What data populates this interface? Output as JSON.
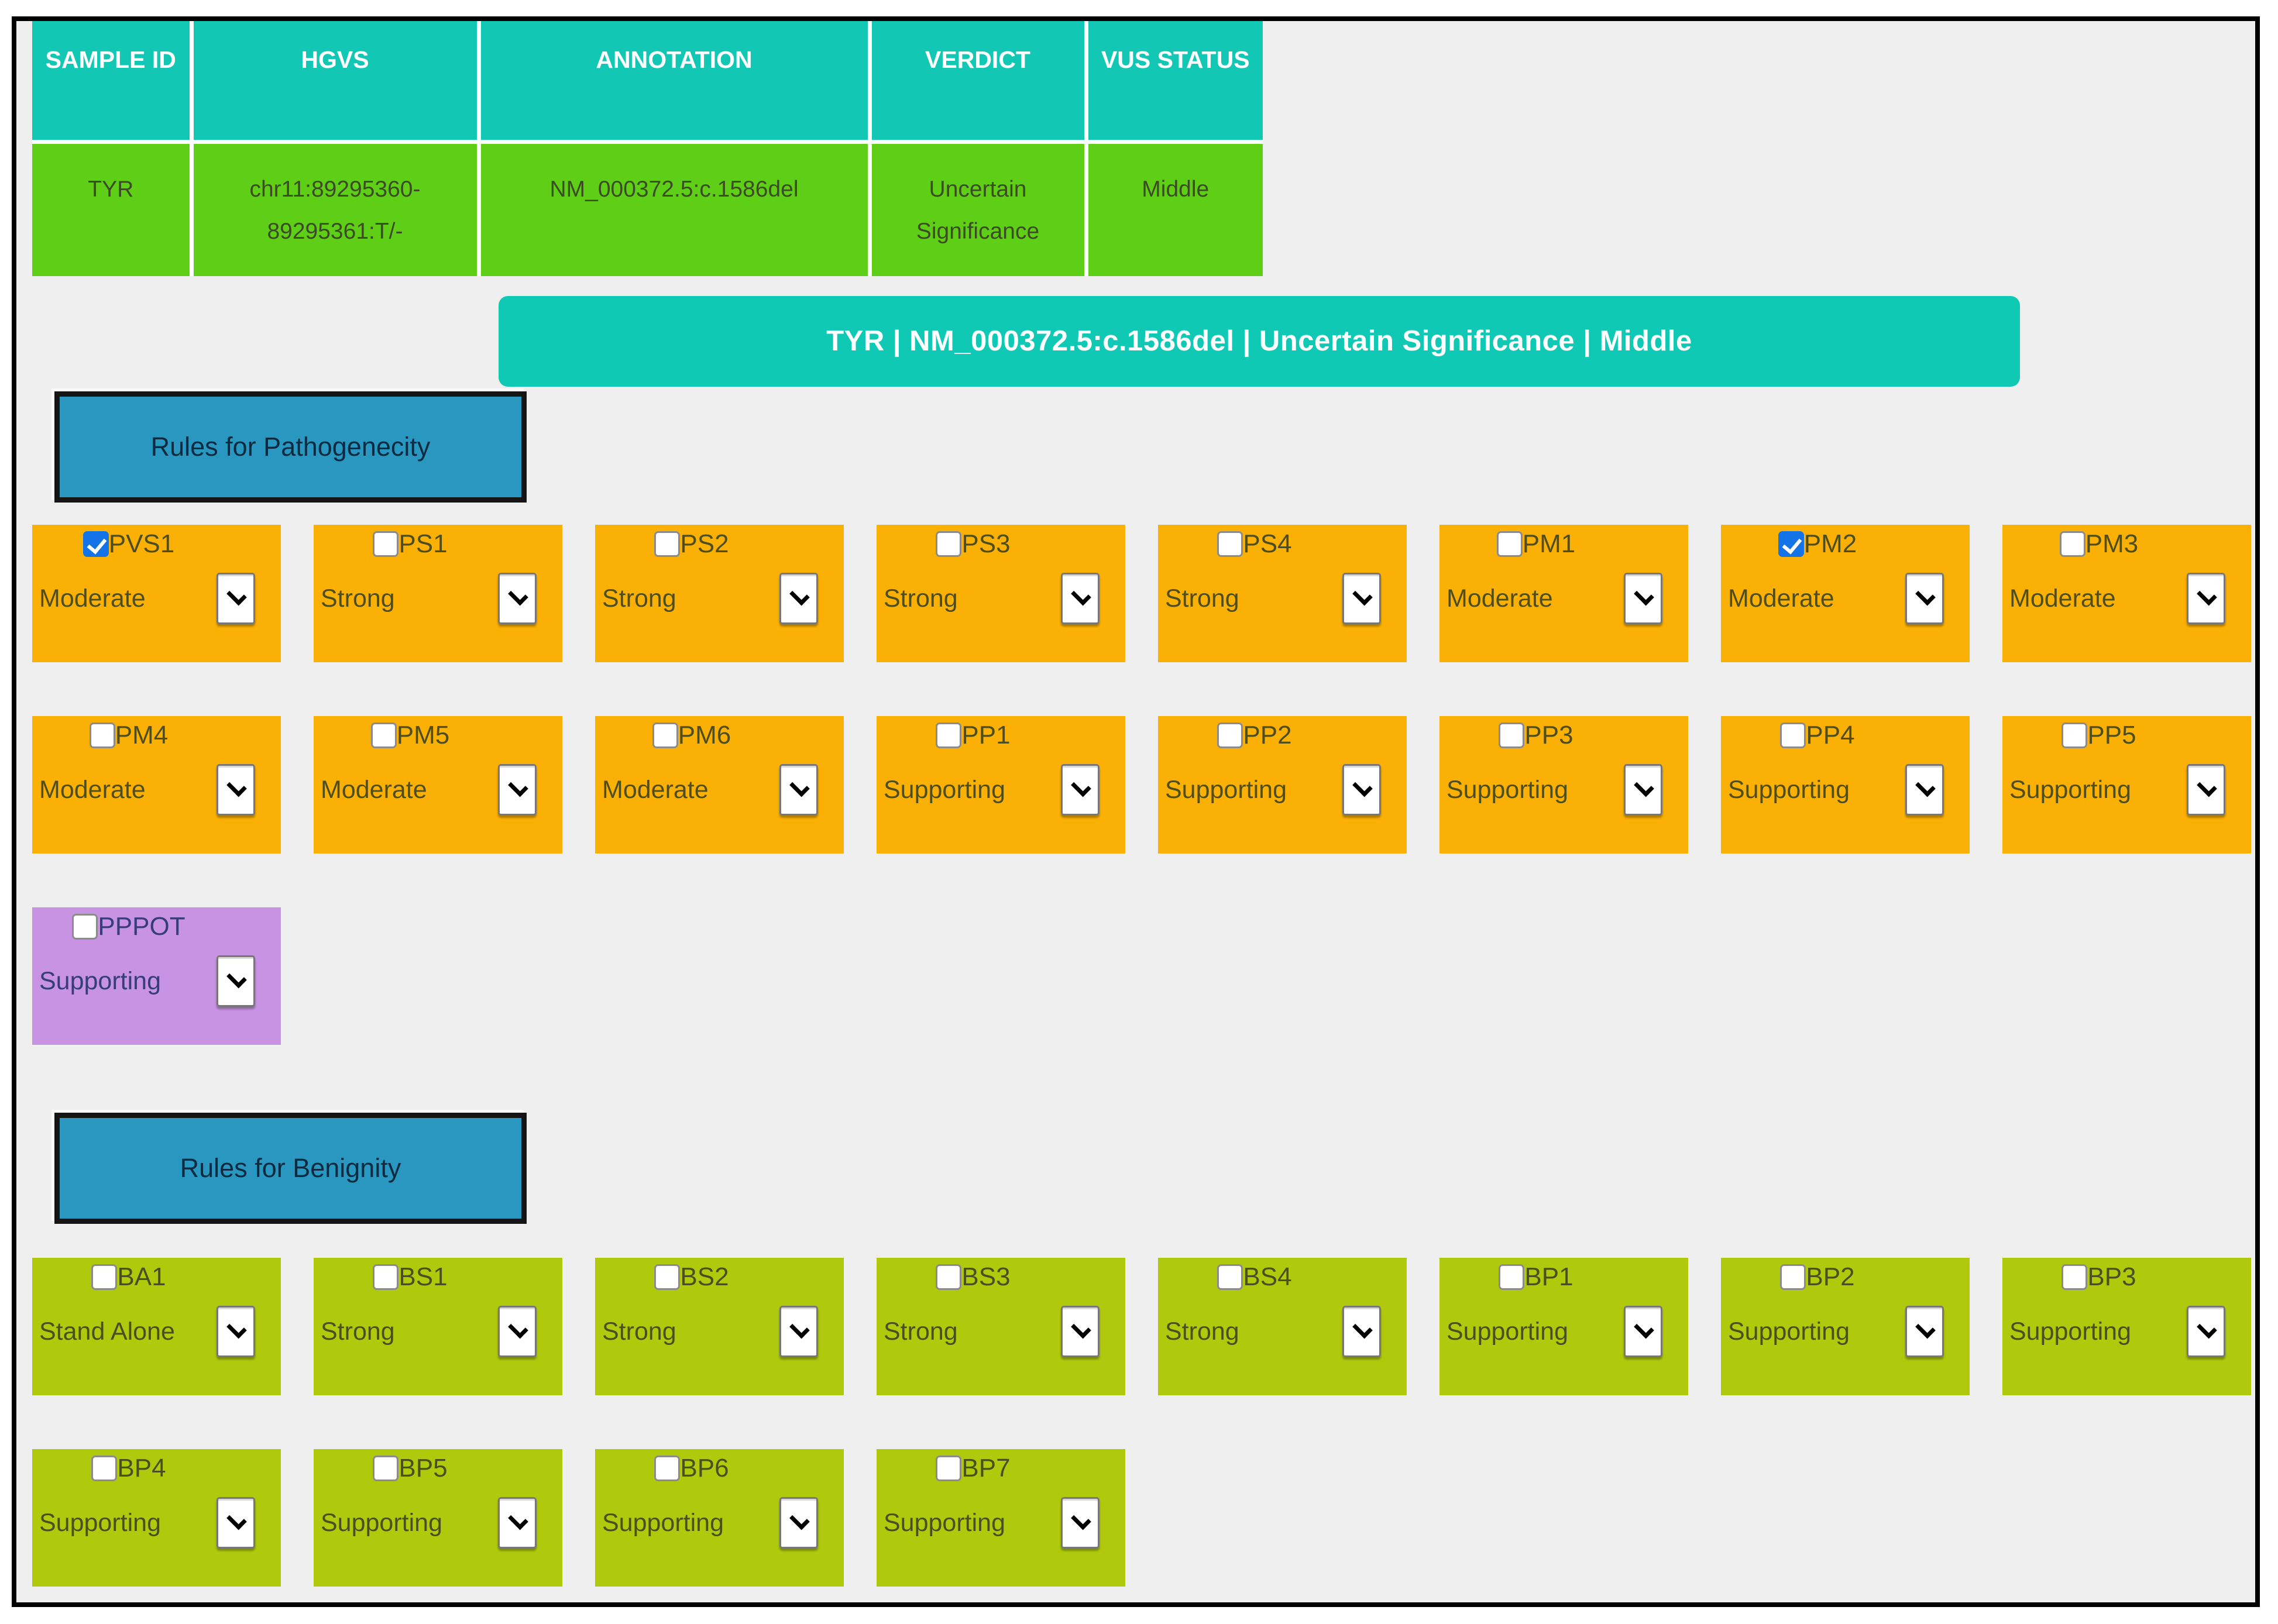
{
  "table": {
    "headers": [
      "SAMPLE ID",
      "HGVS",
      "ANNOTATION",
      "VERDICT",
      "VUS STATUS"
    ],
    "row": {
      "sample_id": "TYR",
      "hgvs": "chr11:89295360-89295361:T/-",
      "annotation": "NM_000372.5:c.1586del",
      "verdict": "Uncertain Significance",
      "vus_status": "Middle"
    }
  },
  "banner": {
    "text": "TYR | NM_000372.5:c.1586del | Uncertain Significance | Middle"
  },
  "sections": {
    "pathogenic": {
      "button_label": "Rules for Pathogenecity",
      "rules": [
        {
          "id": "PVS1",
          "strength": "Moderate",
          "checked": true,
          "variant": "orange"
        },
        {
          "id": "PS1",
          "strength": "Strong",
          "checked": false,
          "variant": "orange"
        },
        {
          "id": "PS2",
          "strength": "Strong",
          "checked": false,
          "variant": "orange"
        },
        {
          "id": "PS3",
          "strength": "Strong",
          "checked": false,
          "variant": "orange"
        },
        {
          "id": "PS4",
          "strength": "Strong",
          "checked": false,
          "variant": "orange"
        },
        {
          "id": "PM1",
          "strength": "Moderate",
          "checked": false,
          "variant": "orange"
        },
        {
          "id": "PM2",
          "strength": "Moderate",
          "checked": true,
          "variant": "orange"
        },
        {
          "id": "PM3",
          "strength": "Moderate",
          "checked": false,
          "variant": "orange"
        },
        {
          "id": "PM4",
          "strength": "Moderate",
          "checked": false,
          "variant": "orange"
        },
        {
          "id": "PM5",
          "strength": "Moderate",
          "checked": false,
          "variant": "orange"
        },
        {
          "id": "PM6",
          "strength": "Moderate",
          "checked": false,
          "variant": "orange"
        },
        {
          "id": "PP1",
          "strength": "Supporting",
          "checked": false,
          "variant": "orange"
        },
        {
          "id": "PP2",
          "strength": "Supporting",
          "checked": false,
          "variant": "orange"
        },
        {
          "id": "PP3",
          "strength": "Supporting",
          "checked": false,
          "variant": "orange"
        },
        {
          "id": "PP4",
          "strength": "Supporting",
          "checked": false,
          "variant": "orange"
        },
        {
          "id": "PP5",
          "strength": "Supporting",
          "checked": false,
          "variant": "orange"
        },
        {
          "id": "PPPOT",
          "strength": "Supporting",
          "checked": false,
          "variant": "purple"
        }
      ]
    },
    "benign": {
      "button_label": "Rules for Benignity",
      "rules": [
        {
          "id": "BA1",
          "strength": "Stand Alone",
          "checked": false,
          "variant": "olive"
        },
        {
          "id": "BS1",
          "strength": "Strong",
          "checked": false,
          "variant": "olive"
        },
        {
          "id": "BS2",
          "strength": "Strong",
          "checked": false,
          "variant": "olive"
        },
        {
          "id": "BS3",
          "strength": "Strong",
          "checked": false,
          "variant": "olive"
        },
        {
          "id": "BS4",
          "strength": "Strong",
          "checked": false,
          "variant": "olive"
        },
        {
          "id": "BP1",
          "strength": "Supporting",
          "checked": false,
          "variant": "olive"
        },
        {
          "id": "BP2",
          "strength": "Supporting",
          "checked": false,
          "variant": "olive"
        },
        {
          "id": "BP3",
          "strength": "Supporting",
          "checked": false,
          "variant": "olive"
        },
        {
          "id": "BP4",
          "strength": "Supporting",
          "checked": false,
          "variant": "olive"
        },
        {
          "id": "BP5",
          "strength": "Supporting",
          "checked": false,
          "variant": "olive"
        },
        {
          "id": "BP6",
          "strength": "Supporting",
          "checked": false,
          "variant": "olive"
        },
        {
          "id": "BP7",
          "strength": "Supporting",
          "checked": false,
          "variant": "olive"
        }
      ]
    }
  },
  "colors": {
    "table_header_teal": "#12C7B3",
    "table_row_green": "#5ECE17",
    "banner_teal": "#0FC9B5",
    "button_blue": "#2997BF",
    "card_orange": "#FAB005",
    "card_purple": "#C893E3",
    "card_olive": "#AFCA0D",
    "checkbox_checked_blue": "#1473E6",
    "page_background": "#EFEFEF",
    "frame_border": "#000000"
  },
  "icons": {
    "dropdown": "chevron-down-icon",
    "checkbox_checked": "checkmark-icon"
  }
}
